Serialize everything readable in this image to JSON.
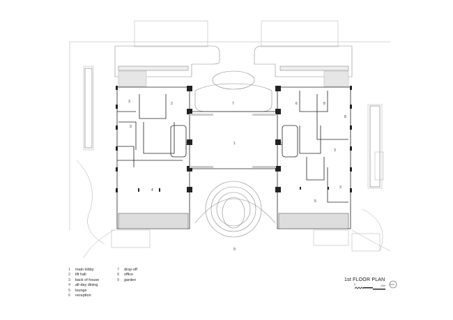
{
  "drawing": {
    "title": "1st FLOOR PLAN",
    "scale_bar": {
      "start_label": "5",
      "end_label": "10m"
    },
    "north_arrow": "north-arrow-icon"
  },
  "legend": [
    {
      "num": "1",
      "label": "main lobby"
    },
    {
      "num": "2",
      "label": "lift hall"
    },
    {
      "num": "3",
      "label": "back of house"
    },
    {
      "num": "4",
      "label": "all-day dining"
    },
    {
      "num": "5",
      "label": "lounge"
    },
    {
      "num": "6",
      "label": "reception"
    },
    {
      "num": "7",
      "label": "drop-off"
    },
    {
      "num": "8",
      "label": "office"
    },
    {
      "num": "9",
      "label": "garden"
    }
  ],
  "room_labels": [
    "3",
    "2",
    "3",
    "2",
    "1",
    "2",
    "7",
    "6",
    "8",
    "8",
    "3",
    "3",
    "5",
    "4",
    "9"
  ]
}
